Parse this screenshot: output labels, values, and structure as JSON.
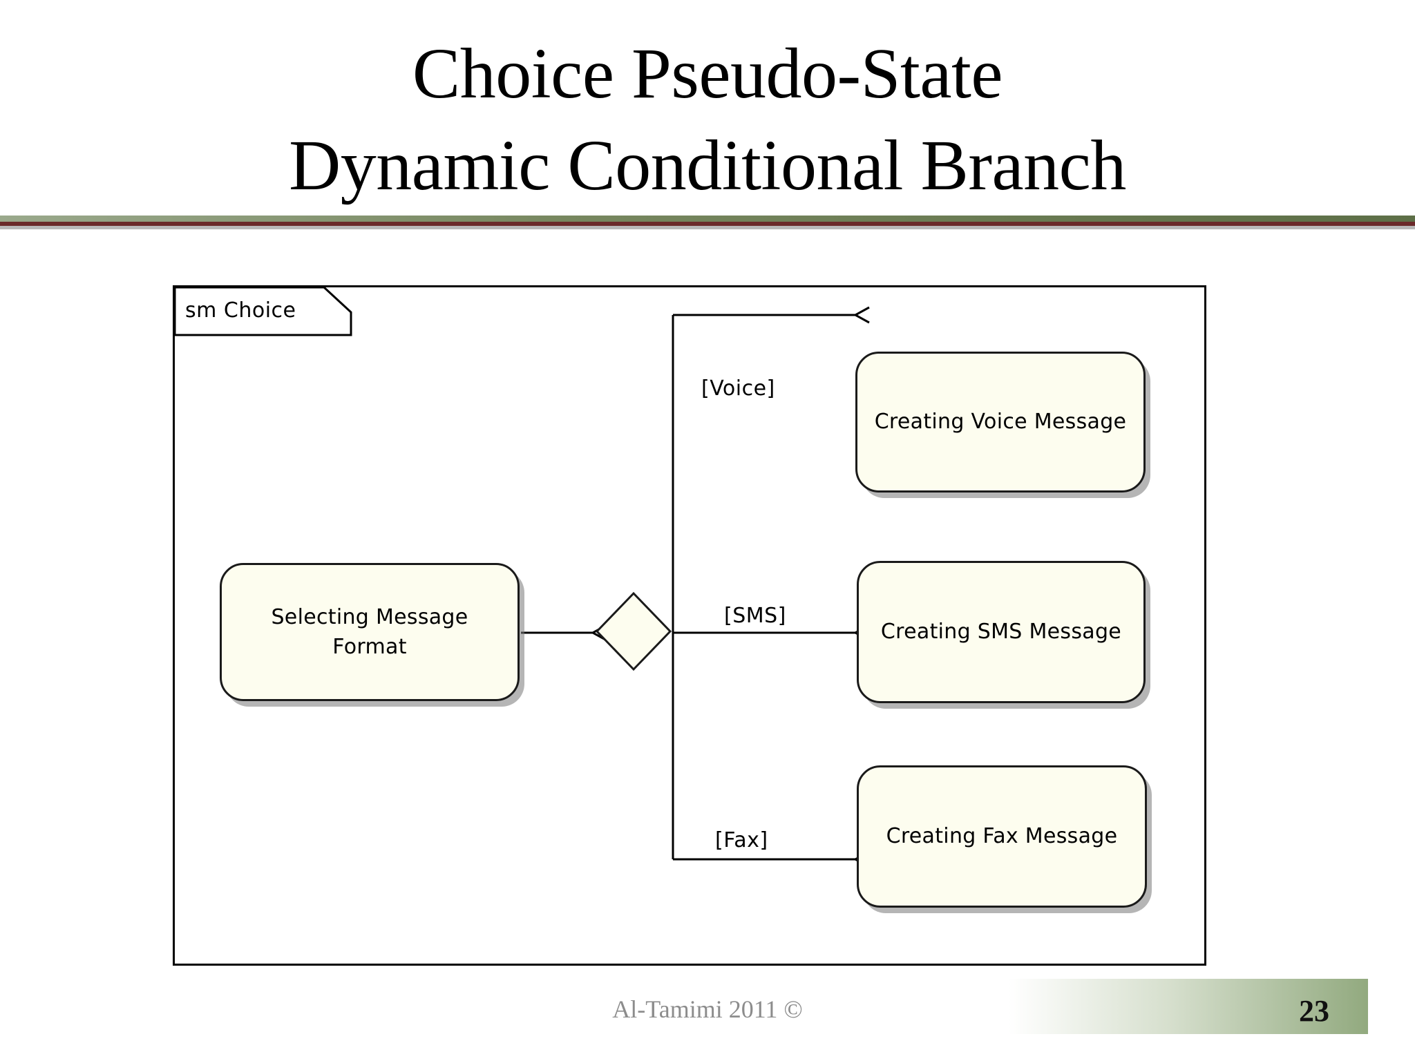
{
  "slide": {
    "title_line1": "Choice Pseudo-State",
    "title_line2": "Dynamic Conditional Branch",
    "footer_credit": "Al-Tamimi 2011 ©",
    "page_number": "23"
  },
  "diagram": {
    "frame_label": "sm Choice",
    "states": [
      {
        "id": "selecting",
        "label": "Selecting Message Format"
      },
      {
        "id": "voice",
        "label": "Creating Voice Message"
      },
      {
        "id": "sms",
        "label": "Creating SMS Message"
      },
      {
        "id": "fax",
        "label": "Creating Fax Message"
      }
    ],
    "choice_node": "choice-pseudostate-diamond",
    "transitions": [
      {
        "id": "voice",
        "guard": "[Voice]"
      },
      {
        "id": "sms",
        "guard": "[SMS]"
      },
      {
        "id": "fax",
        "guard": "[Fax]"
      }
    ],
    "colors": {
      "state_fill": "#fdfdef",
      "state_border": "#1a1a1a",
      "connector": "#000000"
    }
  }
}
